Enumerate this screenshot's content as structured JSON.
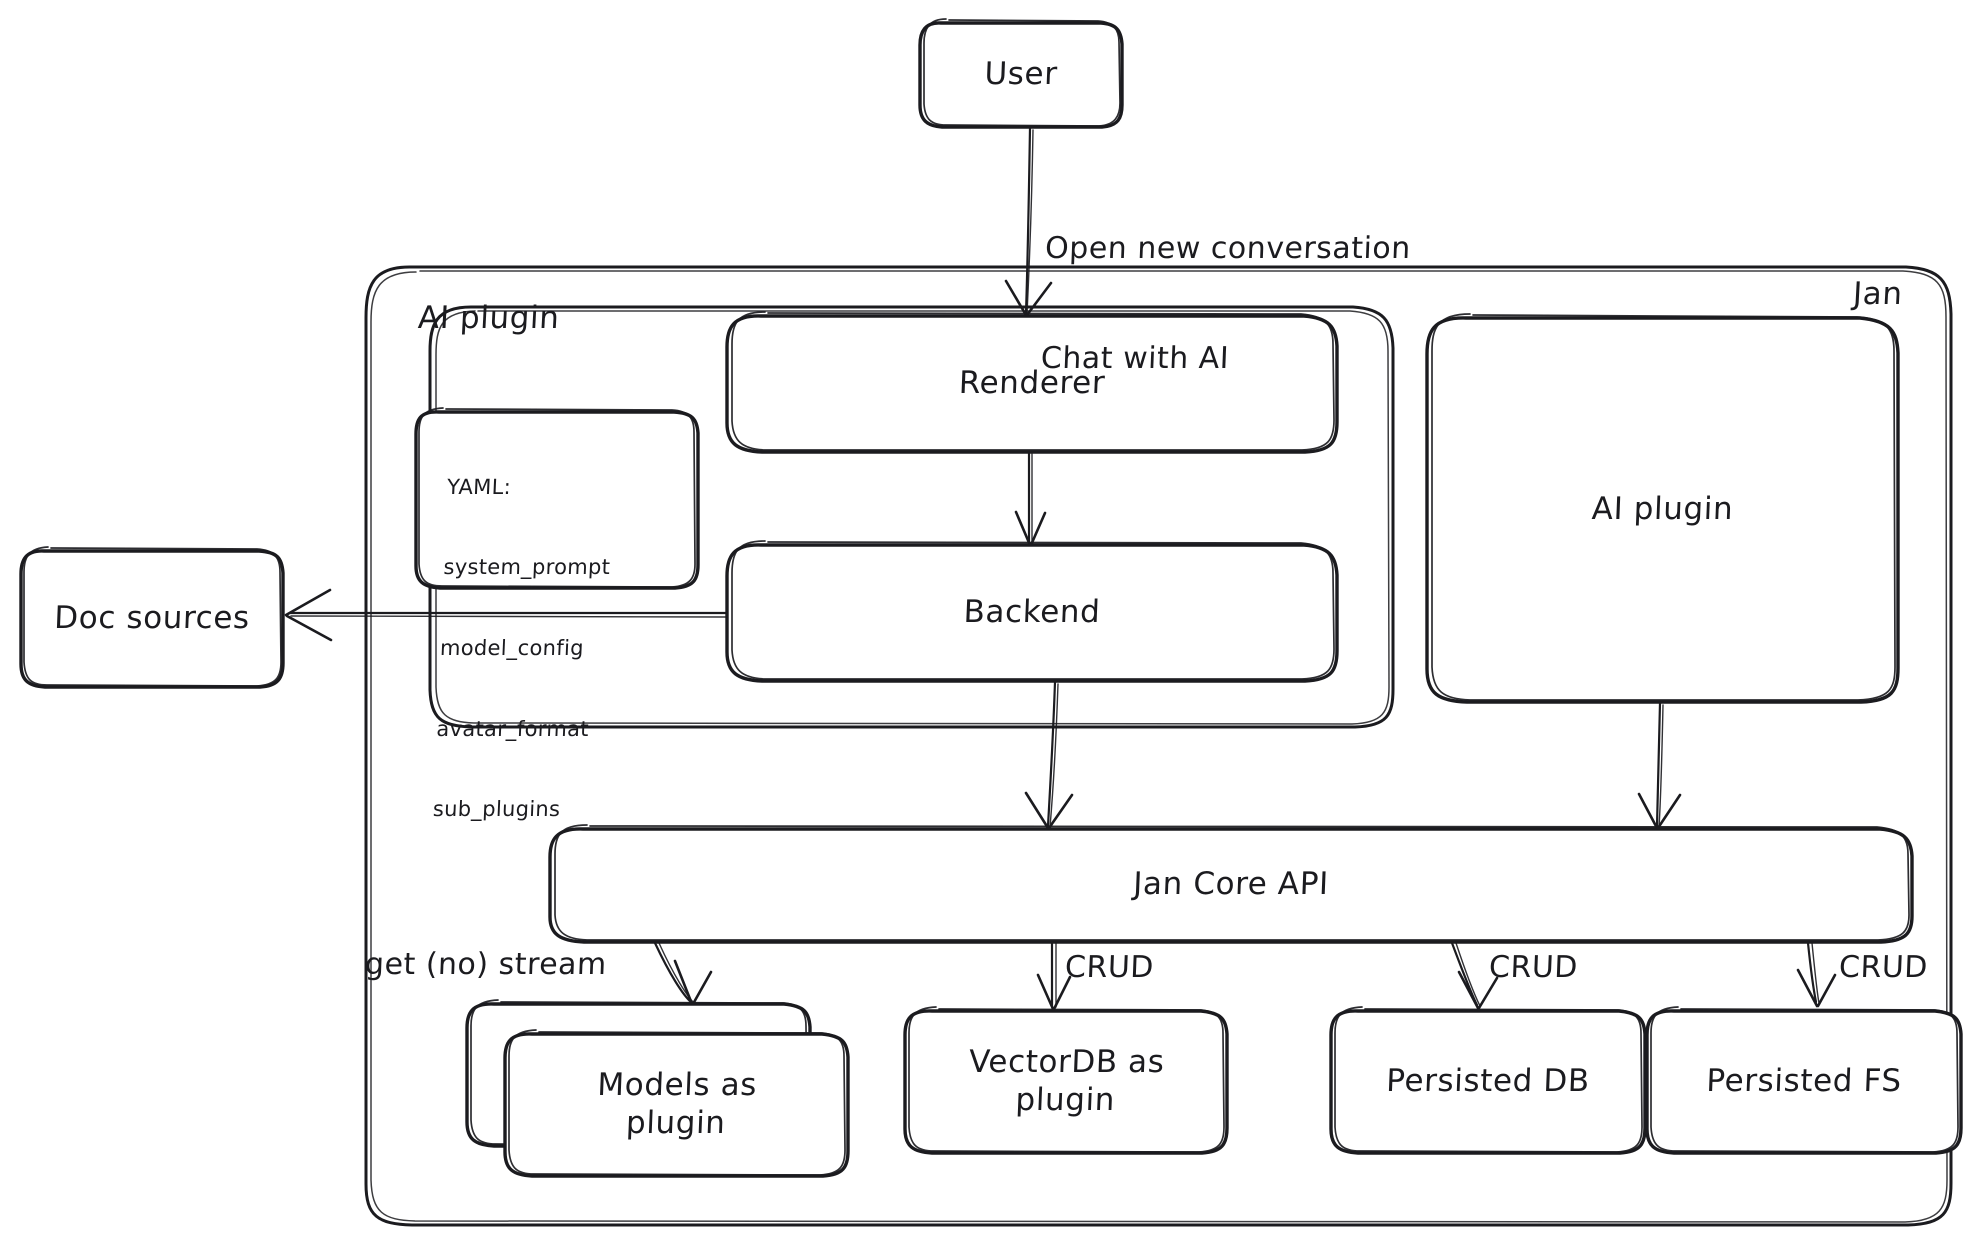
{
  "diagram": {
    "title_visible": false,
    "style": "hand-drawn architecture diagram",
    "colors": {
      "stroke": "#1b1b1f",
      "background": "#ffffff",
      "fill": "#ffffff"
    },
    "containers": [
      {
        "id": "jan",
        "label": "Jan",
        "label_position": "top-right"
      },
      {
        "id": "ai-plugin-group",
        "label": "AI plugin",
        "label_position": "top-left"
      }
    ],
    "nodes": [
      {
        "id": "user",
        "label": "User"
      },
      {
        "id": "renderer",
        "label": "Renderer"
      },
      {
        "id": "backend",
        "label": "Backend"
      },
      {
        "id": "doc-sources",
        "label": "Doc sources"
      },
      {
        "id": "ai-plugin",
        "label": "AI plugin"
      },
      {
        "id": "jan-core-api",
        "label": "Jan Core API"
      },
      {
        "id": "models",
        "label": "Models as\nplugin",
        "stacked": true
      },
      {
        "id": "vectordb",
        "label": "VectorDB as\nplugin"
      },
      {
        "id": "persisted-db",
        "label": "Persisted DB"
      },
      {
        "id": "persisted-fs",
        "label": "Persisted FS"
      }
    ],
    "yaml_card": {
      "heading": "YAML:",
      "keys": [
        "system_prompt",
        "model_config",
        "avatar_format",
        "sub_plugins"
      ]
    },
    "edges": [
      {
        "from": "user",
        "to": "renderer",
        "label": "Open new conversation\nChat with AI"
      },
      {
        "from": "renderer",
        "to": "backend",
        "label": ""
      },
      {
        "from": "backend",
        "to": "doc-sources",
        "label": ""
      },
      {
        "from": "backend",
        "to": "jan-core-api",
        "label": ""
      },
      {
        "from": "ai-plugin",
        "to": "jan-core-api",
        "label": ""
      },
      {
        "from": "jan-core-api",
        "to": "models",
        "label": "get (no) stream"
      },
      {
        "from": "jan-core-api",
        "to": "vectordb",
        "label": "CRUD"
      },
      {
        "from": "jan-core-api",
        "to": "persisted-db",
        "label": "CRUD"
      },
      {
        "from": "jan-core-api",
        "to": "persisted-fs",
        "label": "CRUD"
      }
    ],
    "edge_labels": {
      "user_to_renderer_line1": "Open new conversation",
      "user_to_renderer_line2": "Chat with AI",
      "to_models": "get (no) stream",
      "to_vectordb": "CRUD",
      "to_persisted_db": "CRUD",
      "to_persisted_fs": "CRUD"
    }
  }
}
